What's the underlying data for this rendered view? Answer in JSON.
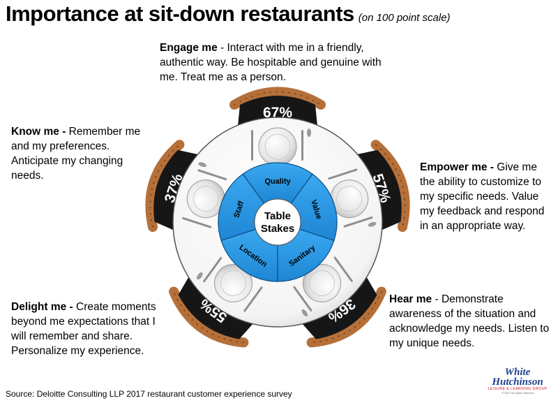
{
  "title": {
    "main": "Importance at sit-down restaurants",
    "sub": "(on 100 point scale)"
  },
  "table_center": {
    "line1": "Table",
    "line2": "Stakes"
  },
  "table_stakes": [
    "Quality",
    "Value",
    "Sanitary",
    "Location",
    "Staff"
  ],
  "seats": [
    {
      "id": "engage",
      "pct": "67%",
      "label": "Engage Me",
      "desc_bold": "Engage me",
      "desc_text": " - Interact with me in a friendly, authentic way.  Be hospitable and genuine with me.  Treat me as a person."
    },
    {
      "id": "empower",
      "pct": "57%",
      "label": "Empower Me",
      "desc_bold": "Empower me -",
      "desc_text": " Give me the ability to customize to my specific needs.  Value my feedback and respond in an appropriate way."
    },
    {
      "id": "hear",
      "pct": "36%",
      "label": "Hear Me",
      "desc_bold": "Hear me",
      "desc_text": " - Demonstrate awareness of the situation and acknowledge my needs.  Listen to my unique needs."
    },
    {
      "id": "delight",
      "pct": "55%",
      "label": "Delight Me",
      "desc_bold": "Delight me -",
      "desc_text": " Create moments beyond me expectations that I will remember and share. Personalize my experience."
    },
    {
      "id": "know",
      "pct": "37%",
      "label": "Know Me",
      "desc_bold": "Know me -",
      "desc_text": " Remember me and my preferences. Anticipate my changing needs."
    }
  ],
  "source": "Source:  Deloitte Consulting LLP 2017 restaurant customer experience survey",
  "logo": {
    "line1": "White",
    "line2": "Hutchinson",
    "line3": "LEISURE & LEARNING GROUP",
    "line4": "© 2017 All rights reserved"
  },
  "colors": {
    "table_stakes_blue": "#2b9be6",
    "chair_wood": "#b5703a",
    "seat_black": "#161616",
    "table_white": "#ffffff"
  }
}
